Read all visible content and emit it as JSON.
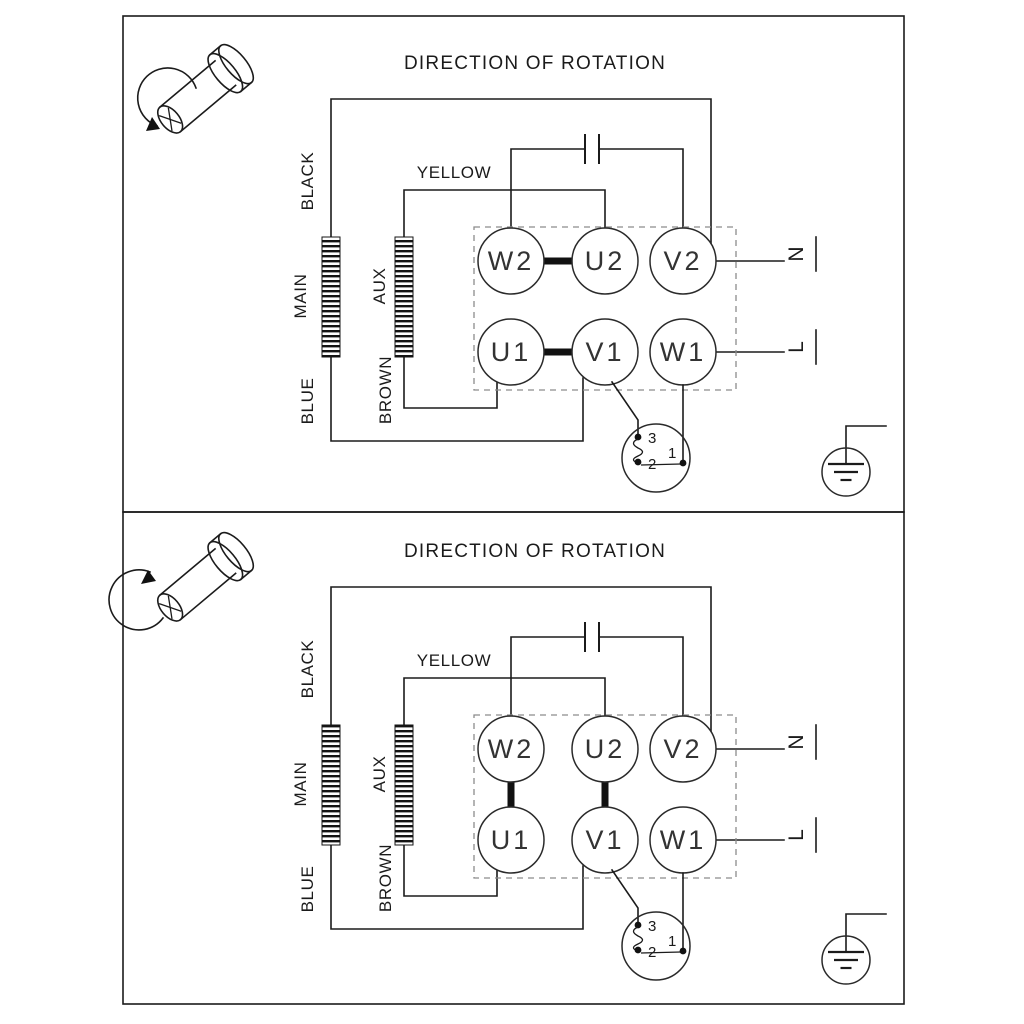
{
  "colors": {
    "background": "#ffffff",
    "line": "#1b1b1b",
    "dashed_box": "#8c8c8c"
  },
  "icons": [
    "motor-icon",
    "rotation-arrow-icon",
    "capacitor-icon",
    "winding-coil-icon",
    "thermal-protector-icon",
    "earth-ground-icon"
  ],
  "panels": [
    {
      "title": "DIRECTION OF ROTATION",
      "rotation_arrow": "counterclockwise",
      "wire_labels": {
        "black": "BLACK",
        "yellow": "YELLOW",
        "main": "MAIN",
        "aux": "AUX",
        "brown": "BROWN",
        "blue": "BLUE"
      },
      "supply_labels": {
        "neutral": "N",
        "line": "L"
      },
      "terminals": [
        "W2",
        "U2",
        "V2",
        "U1",
        "V1",
        "W1"
      ],
      "terminal_links": [
        [
          "W2",
          "U2"
        ],
        [
          "U1",
          "V1"
        ]
      ],
      "thermal_terminals": [
        "3",
        "2",
        "1"
      ]
    },
    {
      "title": "DIRECTION OF ROTATION",
      "rotation_arrow": "clockwise",
      "wire_labels": {
        "black": "BLACK",
        "yellow": "YELLOW",
        "main": "MAIN",
        "aux": "AUX",
        "brown": "BROWN",
        "blue": "BLUE"
      },
      "supply_labels": {
        "neutral": "N",
        "line": "L"
      },
      "terminals": [
        "W2",
        "U2",
        "V2",
        "U1",
        "V1",
        "W1"
      ],
      "terminal_links": [
        [
          "W2",
          "U1"
        ],
        [
          "U2",
          "V1"
        ]
      ],
      "thermal_terminals": [
        "3",
        "2",
        "1"
      ]
    }
  ]
}
